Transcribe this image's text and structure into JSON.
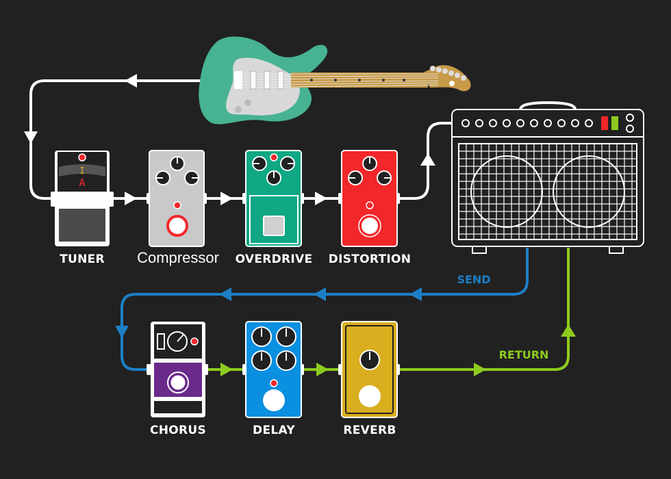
{
  "labels": {
    "tuner": "TUNER",
    "compressor": "Compressor",
    "overdrive": "OVERDRIVE",
    "distortion": "DISTORTION",
    "chorus": "CHORUS",
    "delay": "DELAY",
    "reverb": "REVERB",
    "send": "SEND",
    "return": "RETURN"
  },
  "tuner_display": {
    "marker": "I",
    "note": "A"
  },
  "colors": {
    "background": "#212121",
    "signal_main": "#ffffff",
    "send_loop": "#1c7fc6",
    "return_loop": "#8ecb1f",
    "compressor": "#c9c9c9",
    "overdrive": "#0fa784",
    "distortion": "#f2272a",
    "chorus_accent": "#6a2a8a",
    "delay": "#0b8fe0",
    "reverb": "#d9ae1f",
    "guitar_body": "#47b393",
    "guitar_neck": "#c79a49"
  }
}
